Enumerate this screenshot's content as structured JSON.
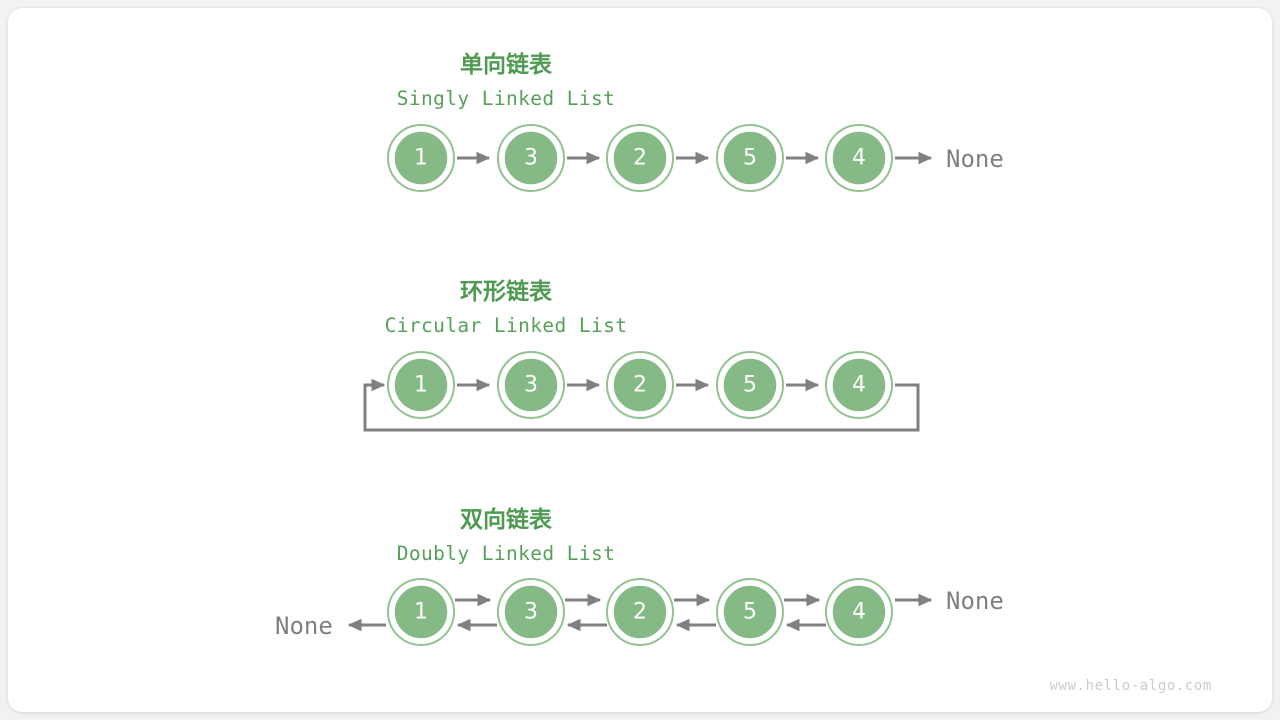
{
  "page": {
    "background_color": "#f2f2f2",
    "card_color": "#ffffff",
    "watermark": "www.hello-algo.com"
  },
  "colors": {
    "title_green": "#4e9a51",
    "subtitle_green": "#57a05a",
    "node_fill": "#85b985",
    "node_ring": "#92c292",
    "node_text": "#ffffff",
    "arrow_gray": "#808080",
    "none_text": "#808080",
    "watermark_gray": "#cccccc"
  },
  "sections": [
    {
      "id": "singly",
      "title_cn": "单向链表",
      "title_en": "Singly Linked List",
      "nodes": [
        "1",
        "3",
        "2",
        "5",
        "4"
      ],
      "tail_label": "None",
      "head_label": null,
      "circular": false,
      "bidirectional": false
    },
    {
      "id": "circular",
      "title_cn": "环形链表",
      "title_en": "Circular Linked List",
      "nodes": [
        "1",
        "3",
        "2",
        "5",
        "4"
      ],
      "tail_label": null,
      "head_label": null,
      "circular": true,
      "bidirectional": false
    },
    {
      "id": "doubly",
      "title_cn": "双向链表",
      "title_en": "Doubly Linked List",
      "nodes": [
        "1",
        "3",
        "2",
        "5",
        "4"
      ],
      "tail_label": "None",
      "head_label": "None",
      "circular": false,
      "bidirectional": true
    }
  ]
}
